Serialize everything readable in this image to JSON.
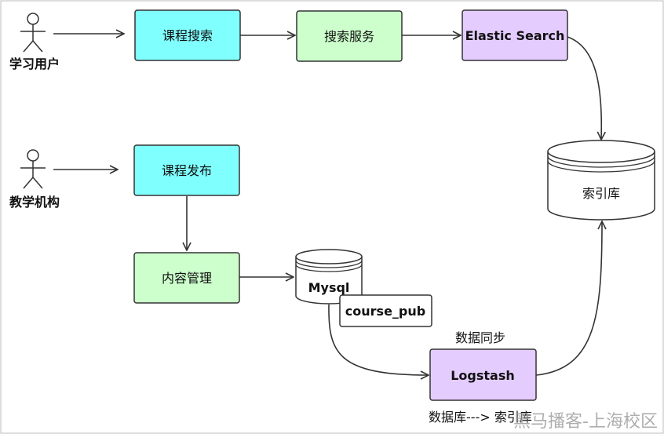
{
  "actors": {
    "student": "学习用户",
    "institution": "教学机构"
  },
  "nodes": {
    "course_search": "课程搜索",
    "search_service": "搜索服务",
    "elastic_search": "Elastic Search",
    "index_db": "索引库",
    "course_publish": "课程发布",
    "content_mgmt": "内容管理",
    "mysql": "Mysql",
    "course_pub": "course_pub",
    "logstash": "Logstash"
  },
  "labels": {
    "data_sync": "数据同步",
    "pipeline_note": "数据库---> 索引库"
  },
  "watermark": "黑马播客-上海校区",
  "colors": {
    "cyan": "#80ffff",
    "green": "#ccffcc",
    "purple": "#e5ccff",
    "stroke": "#333333"
  }
}
